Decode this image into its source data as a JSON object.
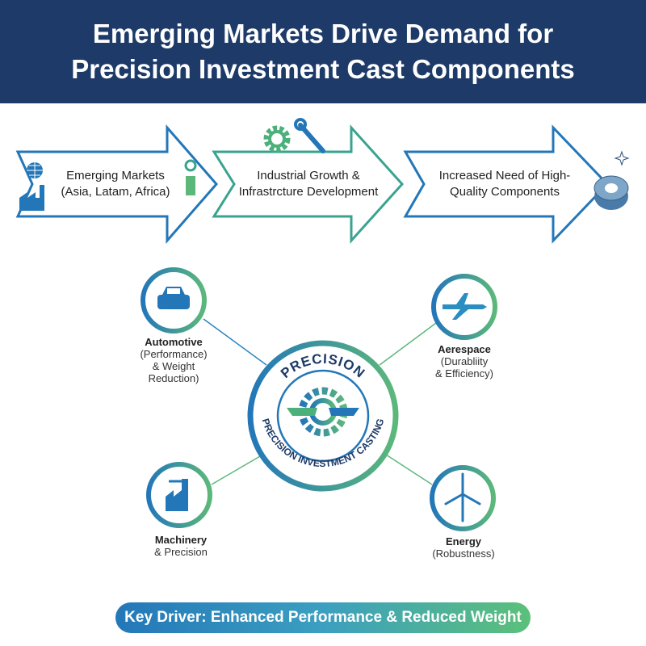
{
  "header": {
    "title_line1": "Emerging Markets Drive Demand for",
    "title_line2": "Precision Investment Cast Components"
  },
  "flow": [
    {
      "line1": "Emerging Markets",
      "line2": "(Asia, Latam, Africa)",
      "icons": [
        "globe-icon",
        "factory-icon",
        "tower-icon"
      ]
    },
    {
      "line1": "Industrial Growth &",
      "line2": "Infrastrcture Development",
      "icons": [
        "gear-icon",
        "wrench-icon"
      ]
    },
    {
      "line1": "Increased Need of High-",
      "line2": "Quality Components",
      "icons": [
        "ring-component-icon",
        "sparkle-icon"
      ]
    }
  ],
  "center": {
    "top_text": "PRECISION",
    "bottom_text": "PRECISION INVESTMENT CASTING",
    "icon": "winged-gear-icon"
  },
  "sectors": [
    {
      "title": "Automotive",
      "desc1": "(Performance)",
      "desc2": "& Weight",
      "desc3": "Reduction)",
      "icon": "car-icon"
    },
    {
      "title": "Aerespace",
      "desc1": "(Durabliity",
      "desc2": "& Efficiency)",
      "icon": "airplane-icon"
    },
    {
      "title": "Machinery",
      "desc1": "& Precision",
      "icon": "factory-icon"
    },
    {
      "title": "Energy",
      "desc1": "(Robustness)",
      "icon": "wind-turbine-icon"
    }
  ],
  "footer": {
    "label": "Key Driver: Enhanced Performance & Reduced Weight"
  },
  "colors": {
    "navy": "#1d3a68",
    "blue": "#2377b8",
    "green": "#5cb87a"
  }
}
